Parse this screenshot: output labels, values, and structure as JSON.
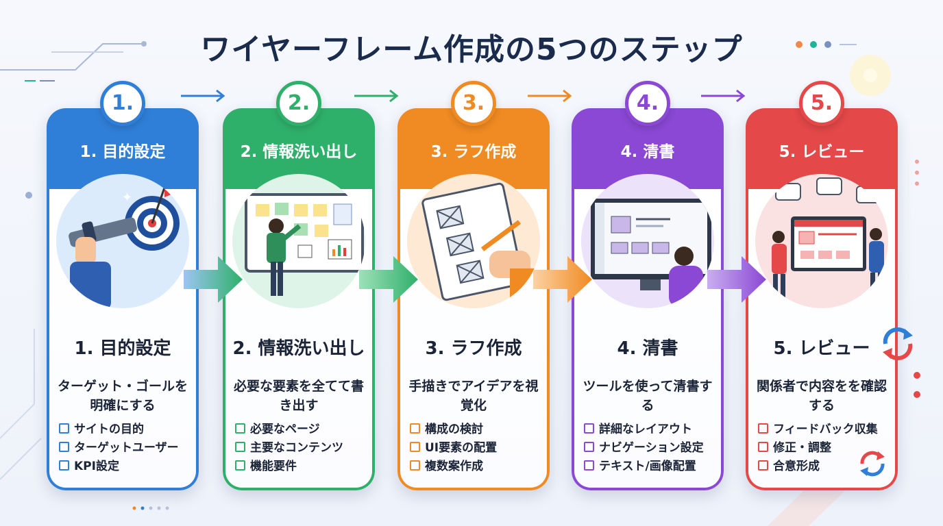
{
  "title": "ワイヤーフレーム作成の5つのステップ",
  "steps": [
    {
      "number": "1.",
      "header": "1. 目的設定",
      "title": "1. 目的設定",
      "description": "ターゲット・ゴールを明確にする",
      "items": [
        "サイトの目的",
        "ターゲットユーザー",
        "KPI設定"
      ],
      "color": "#2f7fd8",
      "illustration": "telescope-target"
    },
    {
      "number": "2.",
      "header": "2. 情報洗い出し",
      "title": "2. 情報洗い出し",
      "description": "必要な要素を全てて書き出す",
      "items": [
        "必要なページ",
        "主要なコンテンツ",
        "機能要件"
      ],
      "color": "#2fb06a",
      "illustration": "whiteboard-notes"
    },
    {
      "number": "3.",
      "header": "3. ラフ作成",
      "title": "3. ラフ作成",
      "description": "手描きでアイデアを視覚化",
      "items": [
        "構成の検討",
        "UI要素の配置",
        "複数案作成"
      ],
      "color": "#f08a22",
      "illustration": "sketch-notebook"
    },
    {
      "number": "4.",
      "header": "4. 清書",
      "title": "4. 清書",
      "description": "ツールを使って清書する",
      "items": [
        "詳細なレイアウト",
        "ナビゲーション設定",
        "テキスト/画像配置"
      ],
      "color": "#8a48d4",
      "illustration": "computer-design-tool"
    },
    {
      "number": "5.",
      "header": "5. レビュー",
      "title": "5. レビュー",
      "description": "関係者で内容をを確認する",
      "items": [
        "フィードバック収集",
        "修正・調整",
        "合意形成"
      ],
      "color": "#e44848",
      "illustration": "team-review"
    }
  ]
}
